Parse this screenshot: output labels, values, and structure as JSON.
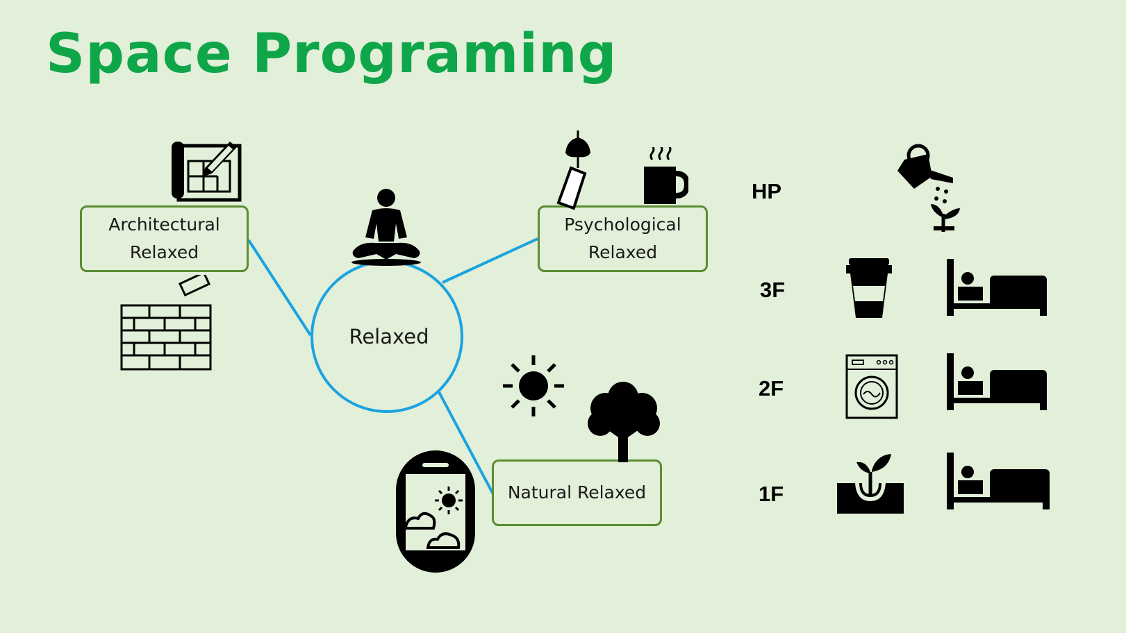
{
  "title": "Space Programing",
  "diagram": {
    "center": "Relaxed",
    "nodes": {
      "architectural": [
        "Architectural",
        "Relaxed"
      ],
      "psychological": [
        "Psychological",
        "Relaxed"
      ],
      "natural": "Natural Relaxed"
    }
  },
  "floors": {
    "hp": {
      "label": "HP",
      "icons": [
        "watering-can-icon"
      ]
    },
    "f3": {
      "label": "3F",
      "icons": [
        "coffee-cup-icon",
        "bed-icon"
      ]
    },
    "f2": {
      "label": "2F",
      "icons": [
        "washing-machine-icon",
        "bed-icon"
      ]
    },
    "f1": {
      "label": "1F",
      "icons": [
        "sprout-icon",
        "bed-icon"
      ]
    }
  },
  "colors": {
    "background": "#e2efd9",
    "title": "#0fa64a",
    "box_border": "#5b8c32",
    "connector": "#1aa3e0",
    "icon": "#000000"
  }
}
